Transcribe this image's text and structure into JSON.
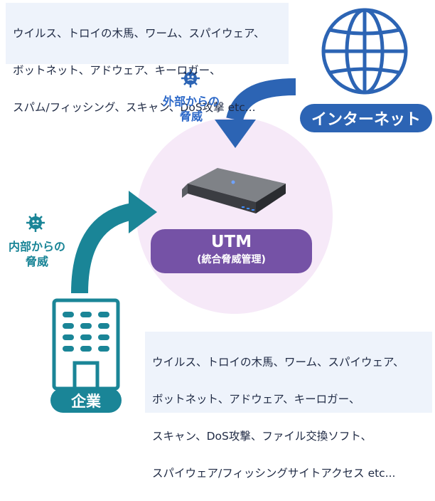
{
  "external_threats": {
    "lines": [
      "ウイルス、トロイの木馬、ワーム、スパイウェア、",
      "ボットネット、アドウェア、キーロガー、",
      "スパム/フィッシング、スキャン、DoS攻撃 etc..."
    ]
  },
  "internal_threats": {
    "lines": [
      "ウイルス、トロイの木馬、ワーム、スパイウェア、",
      "ボットネット、アドウェア、キーロガー、",
      "スキャン、DoS攻撃、ファイル交換ソフト、",
      "スパイウェア/フィッシングサイトアクセス etc..."
    ]
  },
  "external_threat_label": "外部からの\n脅威",
  "internal_threat_label": "内部からの\n脅威",
  "internet_label": "インターネット",
  "company_label": "企業",
  "utm": {
    "title": "UTM",
    "subtitle": "(統合脅威管理)"
  },
  "colors": {
    "external": "#2c64b4",
    "internal": "#1a8597",
    "utm": "#7552a6",
    "threat_box_bg": "#eef3fb",
    "center_glow": "#f6e9f8"
  },
  "icons": [
    "globe-icon",
    "virus-icon",
    "building-icon",
    "utm-appliance-icon"
  ]
}
